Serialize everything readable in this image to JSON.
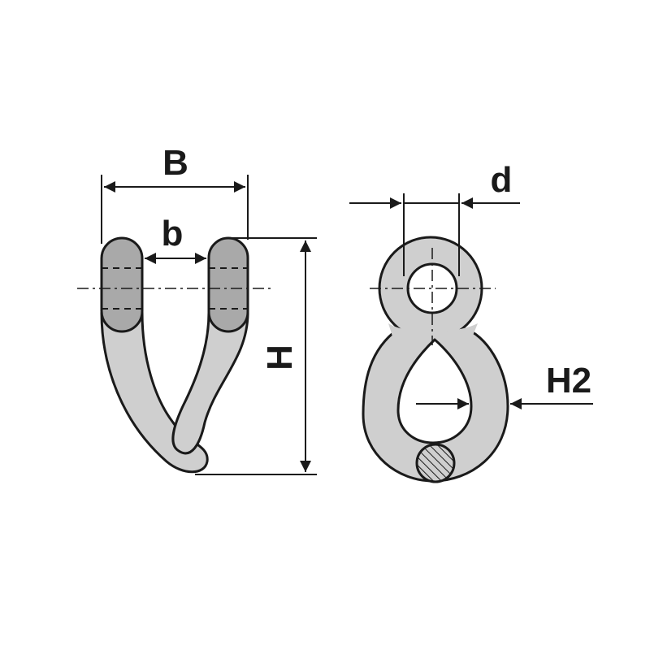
{
  "labels": {
    "B": "B",
    "b": "b",
    "H": "H",
    "d": "d",
    "H2": "H2"
  },
  "colors": {
    "ink": "#1a1a1a",
    "steel_fill": "#cfcfcf",
    "steel_shade": "#a9a9a9",
    "background": "#ffffff"
  }
}
